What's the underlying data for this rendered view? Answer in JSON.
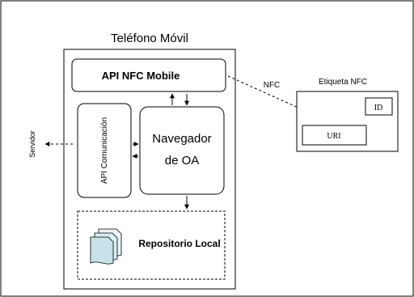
{
  "phone": {
    "title": "Teléfono Móvil",
    "api_nfc_label": "API NFC Mobile",
    "api_comm_label": "API Comunicación",
    "browser_label_line1": "Navegador",
    "browser_label_line2": "de OA",
    "repository_label": "Repositorio Local"
  },
  "server": {
    "label": "Servidor"
  },
  "nfc_link": {
    "label": "NFC"
  },
  "tag": {
    "title": "Etiqueta NFC",
    "id_label": "ID",
    "uri_label": "URI"
  },
  "colors": {
    "line": "#000000",
    "document_fill": "#d8ecf2",
    "background": "#ffffff"
  },
  "icons": [
    "document-stack-icon"
  ]
}
